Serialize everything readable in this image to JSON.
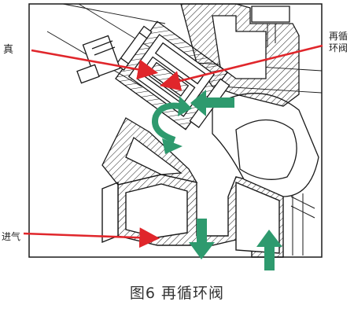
{
  "labels": {
    "left_top": "真",
    "right_top_line1": "再循",
    "right_top_line2": "环阀",
    "inlet": "进气"
  },
  "caption": "图6    再循环阀",
  "colors": {
    "pointer_arrow": "#e0262b",
    "flow_arrow": "#2e9a6e",
    "line": "#1a1a1a",
    "background": "#ffffff"
  }
}
